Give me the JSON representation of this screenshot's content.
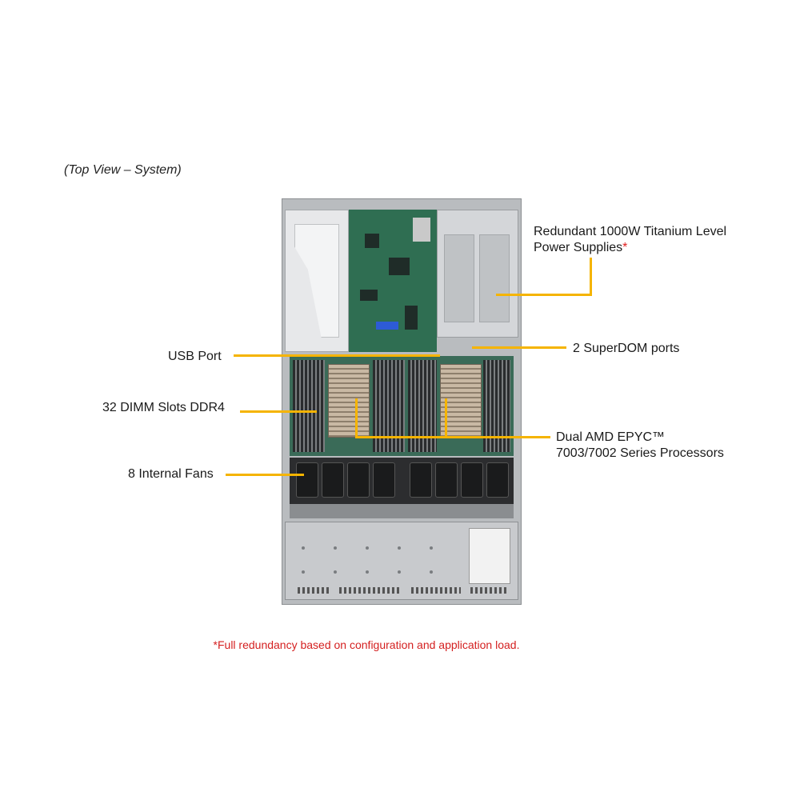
{
  "caption": "(Top View – System)",
  "labels": {
    "psu_line1": "Redundant  1000W Titanium  Level",
    "psu_line2": "Power Supplies",
    "psu_asterisk": "*",
    "superdom": "2 SuperDOM ports",
    "usb": "USB Port",
    "dimm": "32 DIMM  Slots DDR4",
    "cpu_line1": "Dual AMD EPYC™",
    "cpu_line2": "7003/7002 Series Processors",
    "fans": "8 Internal  Fans"
  },
  "footnote": "*Full redundancy based on configuration and application load.",
  "colors": {
    "leader_line": "#f5b400",
    "footnote": "#d42020",
    "text": "#1a1a1a"
  }
}
